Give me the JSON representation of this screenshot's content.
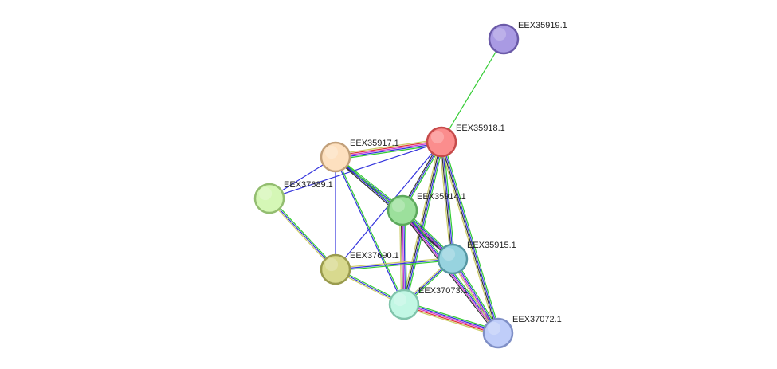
{
  "network": {
    "nodes": [
      {
        "id": "EEX35919.1",
        "label": "EEX35919.1",
        "fill": "#a99ae3",
        "stroke": "#6b5aa8"
      },
      {
        "id": "EEX35918.1",
        "label": "EEX35918.1",
        "fill": "#fb8d8d",
        "stroke": "#c64a4a"
      },
      {
        "id": "EEX35917.1",
        "label": "EEX35917.1",
        "fill": "#fde0bf",
        "stroke": "#c2a07a"
      },
      {
        "id": "EEX37689.1",
        "label": "EEX37689.1",
        "fill": "#d5f7b6",
        "stroke": "#93bd70"
      },
      {
        "id": "EEX35914.1",
        "label": "EEX35914.1",
        "fill": "#9ce09c",
        "stroke": "#5ca95c"
      },
      {
        "id": "EEX35915.1",
        "label": "EEX35915.1",
        "fill": "#97d3df",
        "stroke": "#5697a3"
      },
      {
        "id": "EEX37690.1",
        "label": "EEX37690.1",
        "fill": "#d8d98e",
        "stroke": "#9a9b4e"
      },
      {
        "id": "EEX37073.1",
        "label": "EEX37073.1",
        "fill": "#c2f7e4",
        "stroke": "#80c4ab"
      },
      {
        "id": "EEX37072.1",
        "label": "EEX37072.1",
        "fill": "#bfcdf9",
        "stroke": "#7f8fc6"
      }
    ],
    "edges": [
      {
        "source": "EEX35919.1",
        "target": "EEX35918.1",
        "colors": [
          "#33cc33"
        ]
      },
      {
        "source": "EEX35918.1",
        "target": "EEX35917.1",
        "colors": [
          "#33cc33",
          "#3333dd",
          "#cc33cc",
          "#dd3333",
          "#cccc66"
        ]
      },
      {
        "source": "EEX35918.1",
        "target": "EEX37689.1",
        "colors": [
          "#3333dd"
        ]
      },
      {
        "source": "EEX35918.1",
        "target": "EEX35914.1",
        "colors": [
          "#33cc33",
          "#3333dd",
          "#333333"
        ]
      },
      {
        "source": "EEX35918.1",
        "target": "EEX35915.1",
        "colors": [
          "#33cc33",
          "#3333dd",
          "#333333",
          "#cccc66"
        ]
      },
      {
        "source": "EEX35918.1",
        "target": "EEX37690.1",
        "colors": [
          "#3333dd"
        ]
      },
      {
        "source": "EEX35918.1",
        "target": "EEX37073.1",
        "colors": [
          "#33cc33",
          "#3333dd",
          "#333333",
          "#cccc66"
        ]
      },
      {
        "source": "EEX35918.1",
        "target": "EEX37072.1",
        "colors": [
          "#33cc33",
          "#3333dd",
          "#333333",
          "#cccc66"
        ]
      },
      {
        "source": "EEX35917.1",
        "target": "EEX37689.1",
        "colors": [
          "#3333dd"
        ]
      },
      {
        "source": "EEX35917.1",
        "target": "EEX35914.1",
        "colors": [
          "#33cc33",
          "#3333dd",
          "#333333"
        ]
      },
      {
        "source": "EEX35917.1",
        "target": "EEX35915.1",
        "colors": [
          "#33cc33",
          "#3333dd",
          "#333333"
        ]
      },
      {
        "source": "EEX35917.1",
        "target": "EEX37690.1",
        "colors": [
          "#3333dd"
        ]
      },
      {
        "source": "EEX35917.1",
        "target": "EEX37073.1",
        "colors": [
          "#33cc33",
          "#3333dd"
        ]
      },
      {
        "source": "EEX37689.1",
        "target": "EEX37690.1",
        "colors": [
          "#33cc33",
          "#3333dd",
          "#cccc66"
        ]
      },
      {
        "source": "EEX35914.1",
        "target": "EEX35915.1",
        "colors": [
          "#33cc33",
          "#3333dd",
          "#cc33cc",
          "#333333"
        ]
      },
      {
        "source": "EEX35914.1",
        "target": "EEX37073.1",
        "colors": [
          "#33cc33",
          "#3333dd",
          "#cc33cc",
          "#333333",
          "#cccc66"
        ]
      },
      {
        "source": "EEX35914.1",
        "target": "EEX37072.1",
        "colors": [
          "#33cc33",
          "#3333dd",
          "#cc33cc",
          "#333333"
        ]
      },
      {
        "source": "EEX35915.1",
        "target": "EEX37690.1",
        "colors": [
          "#33cc33",
          "#3333dd",
          "#cccc66"
        ]
      },
      {
        "source": "EEX35915.1",
        "target": "EEX37073.1",
        "colors": [
          "#33cc33",
          "#3333dd",
          "#cccc66"
        ]
      },
      {
        "source": "EEX35915.1",
        "target": "EEX37072.1",
        "colors": [
          "#33cc33",
          "#3333dd",
          "#cc33cc",
          "#cccc66"
        ]
      },
      {
        "source": "EEX37690.1",
        "target": "EEX37073.1",
        "colors": [
          "#33cc33",
          "#3333dd",
          "#cccc66"
        ]
      },
      {
        "source": "EEX37073.1",
        "target": "EEX37072.1",
        "colors": [
          "#33cc33",
          "#3333dd",
          "#cc33cc",
          "#dd3333",
          "#cccc66"
        ]
      }
    ]
  }
}
